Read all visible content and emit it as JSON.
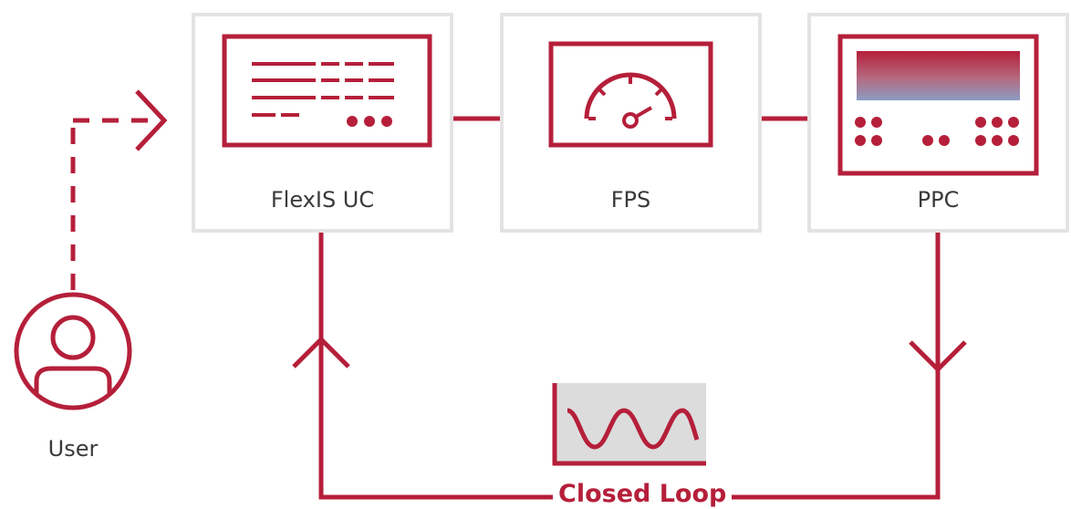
{
  "nodes": {
    "flexis": {
      "label": "FlexIS UC",
      "icon": "control-unit-icon"
    },
    "fps": {
      "label": "FPS",
      "icon": "gauge-icon"
    },
    "ppc": {
      "label": "PPC",
      "icon": "power-supply-icon"
    },
    "user": {
      "label": "User",
      "icon": "user-icon"
    }
  },
  "loop": {
    "label": "Closed Loop",
    "icon": "waveform-icon"
  },
  "colors": {
    "accent": "#b51f3a",
    "box_border": "#e3e3e3",
    "text": "#3a3a3a",
    "wave_bg": "#dcdcdc"
  }
}
